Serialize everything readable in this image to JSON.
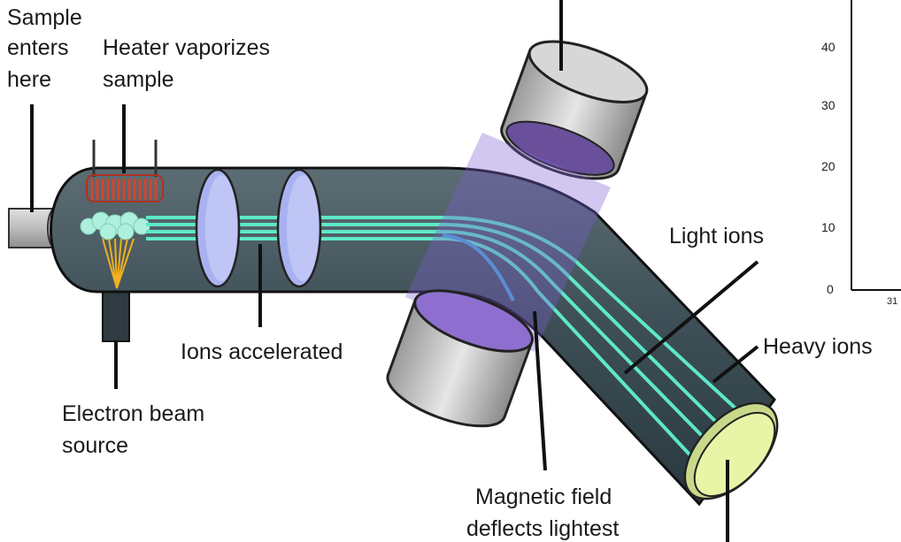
{
  "labels": {
    "sample_line1": "Sample",
    "sample_line2": "enters",
    "sample_line3": "here",
    "heater_line1": "Heater vaporizes",
    "heater_line2": "sample",
    "ions_accelerated": "Ions accelerated",
    "electron_line1": "Electron beam",
    "electron_line2": "source",
    "magnetic_line1": "Magnetic field",
    "magnetic_line2": "deflects lightest",
    "light_ions": "Light ions",
    "heavy_ions": "Heavy ions"
  },
  "partial_chart": {
    "y_ticks": [
      "40",
      "30",
      "20",
      "10",
      "0"
    ],
    "x_tick_partial": "31"
  },
  "colors": {
    "tube": "#3d4f57",
    "beam": "#5ee8c6",
    "lens": "#a9b2f0",
    "magnet_field": "#7b5fd0",
    "detector": "#e8f5a6",
    "heater_coil": "#c0392b",
    "electron_rays": "#f0b020"
  }
}
